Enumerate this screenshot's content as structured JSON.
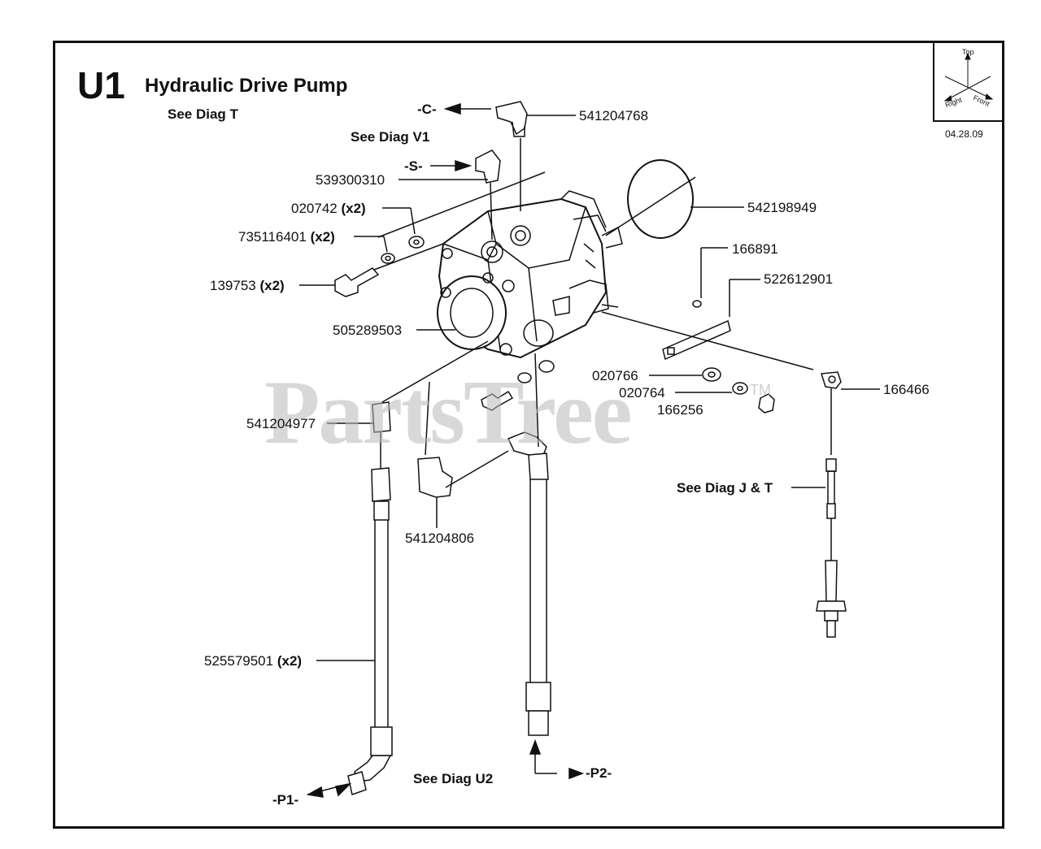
{
  "header": {
    "section_code": "U1",
    "section_title": "Hydraulic Drive Pump",
    "date": "04.28.09"
  },
  "orientation": {
    "top": "Top",
    "right": "Right",
    "front": "Front"
  },
  "references": {
    "see_t": "See Diag T",
    "see_v1": "See Diag V1",
    "see_jt": "See Diag J & T",
    "see_u2": "See Diag U2",
    "conn_c": "-C-",
    "conn_s": "-S-",
    "conn_p1": "-P1-",
    "conn_p2": "-P2-"
  },
  "parts": [
    {
      "part": "541204768",
      "qty": ""
    },
    {
      "part": "539300310",
      "qty": ""
    },
    {
      "part": "020742",
      "qty": "(x2)"
    },
    {
      "part": "735116401",
      "qty": "(x2)"
    },
    {
      "part": "139753",
      "qty": "(x2)"
    },
    {
      "part": "505289503",
      "qty": ""
    },
    {
      "part": "542198949",
      "qty": ""
    },
    {
      "part": "166891",
      "qty": ""
    },
    {
      "part": "522612901",
      "qty": ""
    },
    {
      "part": "020766",
      "qty": ""
    },
    {
      "part": "020764",
      "qty": ""
    },
    {
      "part": "166256",
      "qty": ""
    },
    {
      "part": "166466",
      "qty": ""
    },
    {
      "part": "541204977",
      "qty": ""
    },
    {
      "part": "541204806",
      "qty": ""
    },
    {
      "part": "525579501",
      "qty": "(x2)"
    }
  ],
  "watermark": {
    "text": "PartsTree",
    "tm": "TM"
  }
}
